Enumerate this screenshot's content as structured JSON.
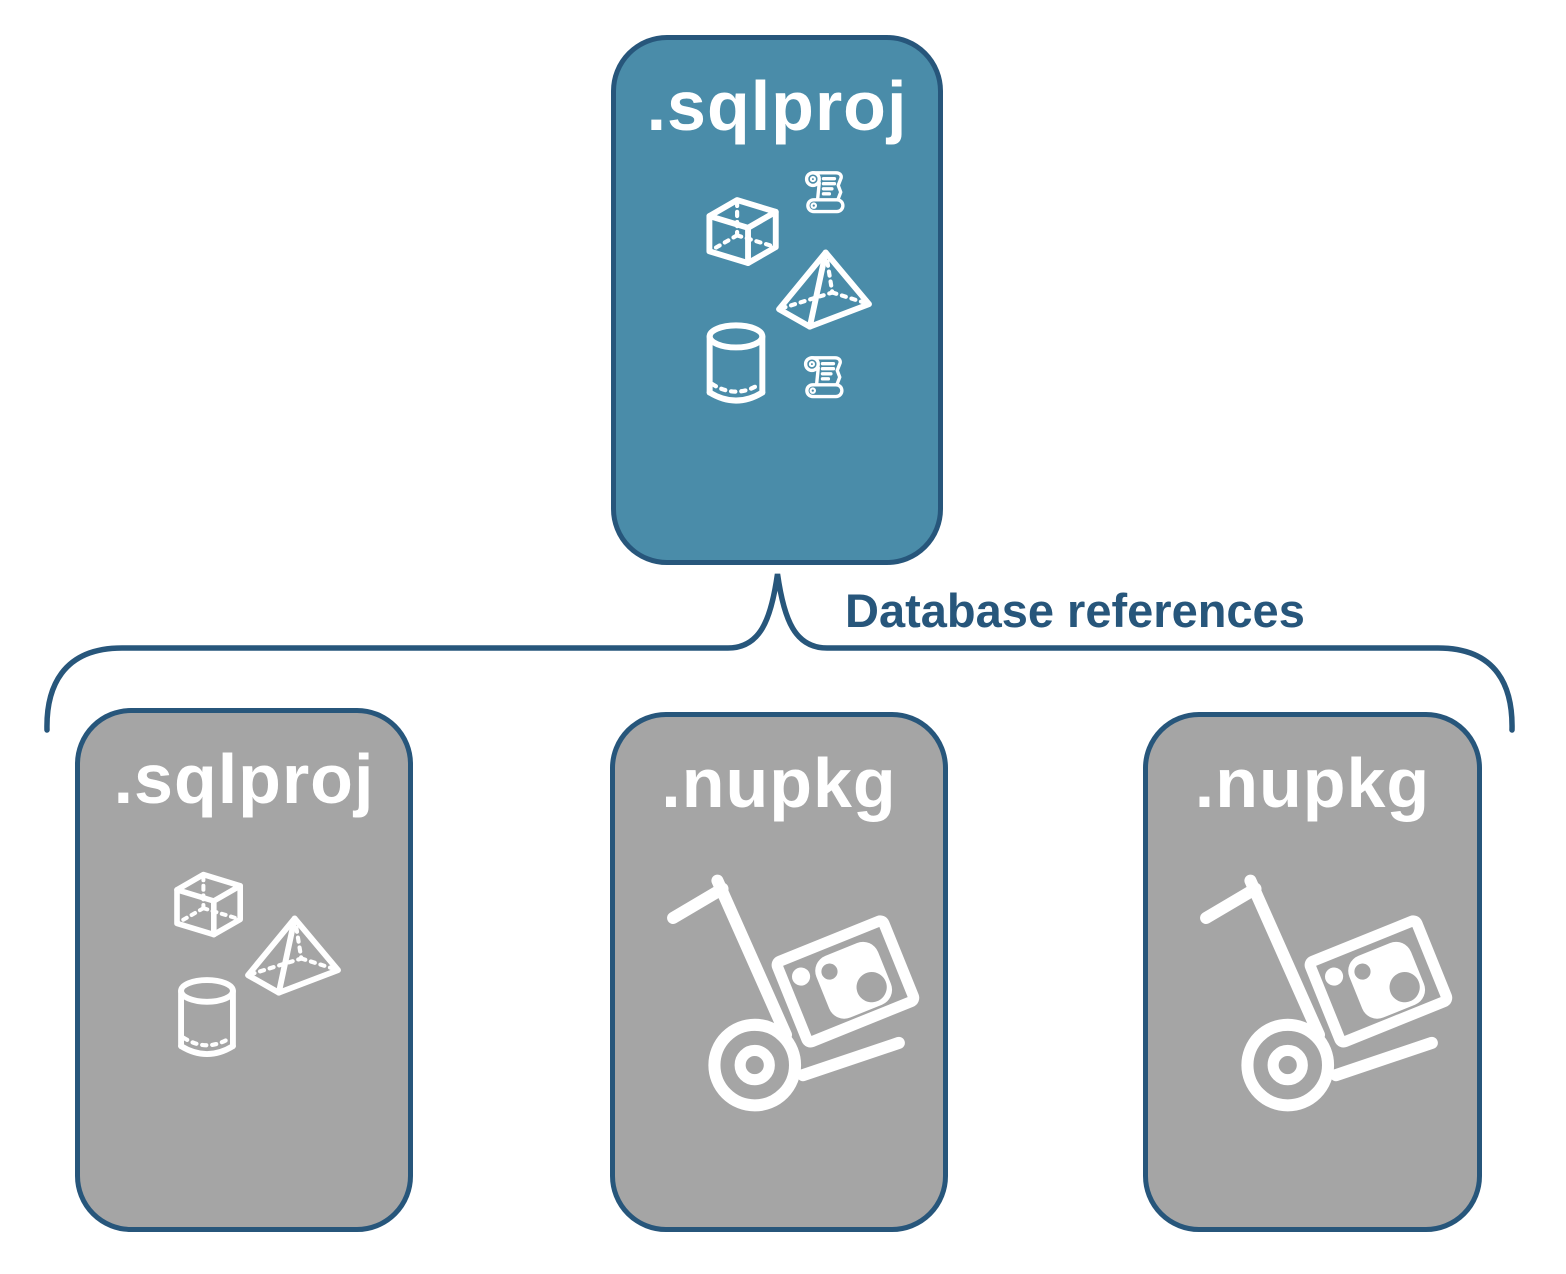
{
  "colors": {
    "accent-teal": "#4A8CA9",
    "node-gray": "#A5A5A5",
    "outline-blue": "#27567B",
    "icon-white": "#FFFFFF",
    "background": "#FFFFFF"
  },
  "diagram": {
    "root_node": {
      "label": ".sqlproj"
    },
    "connector": {
      "label": "Database references"
    },
    "child_nodes": [
      {
        "label": ".sqlproj"
      },
      {
        "label": ".nupkg"
      },
      {
        "label": ".nupkg"
      }
    ],
    "icon_sets": {
      "root_node": [
        "cube-icon",
        "script-scroll-icon",
        "pyramid-icon",
        "database-cylinder-icon",
        "script-scroll-icon"
      ],
      "sqlproj_child": [
        "cube-icon",
        "pyramid-icon",
        "database-cylinder-icon"
      ],
      "nupkg_child": [
        "package-handtruck-icon"
      ]
    }
  }
}
